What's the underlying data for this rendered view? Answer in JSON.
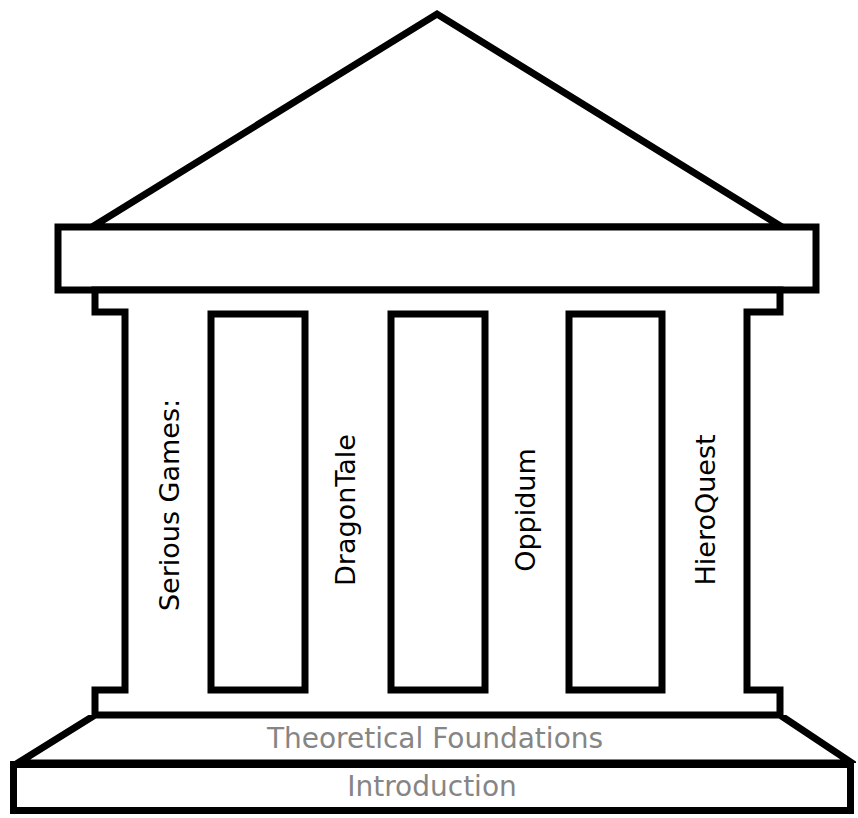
{
  "diagram": {
    "nodes": [
      {
        "text": [
          "Theoretical Foundations"
        ]
      },
      {
        "text": [
          "Introduction"
        ]
      }
    ],
    "labels": [
      "Serious Games:",
      "DragonTale",
      "Oppidum",
      "HieroQuest"
    ]
  }
}
